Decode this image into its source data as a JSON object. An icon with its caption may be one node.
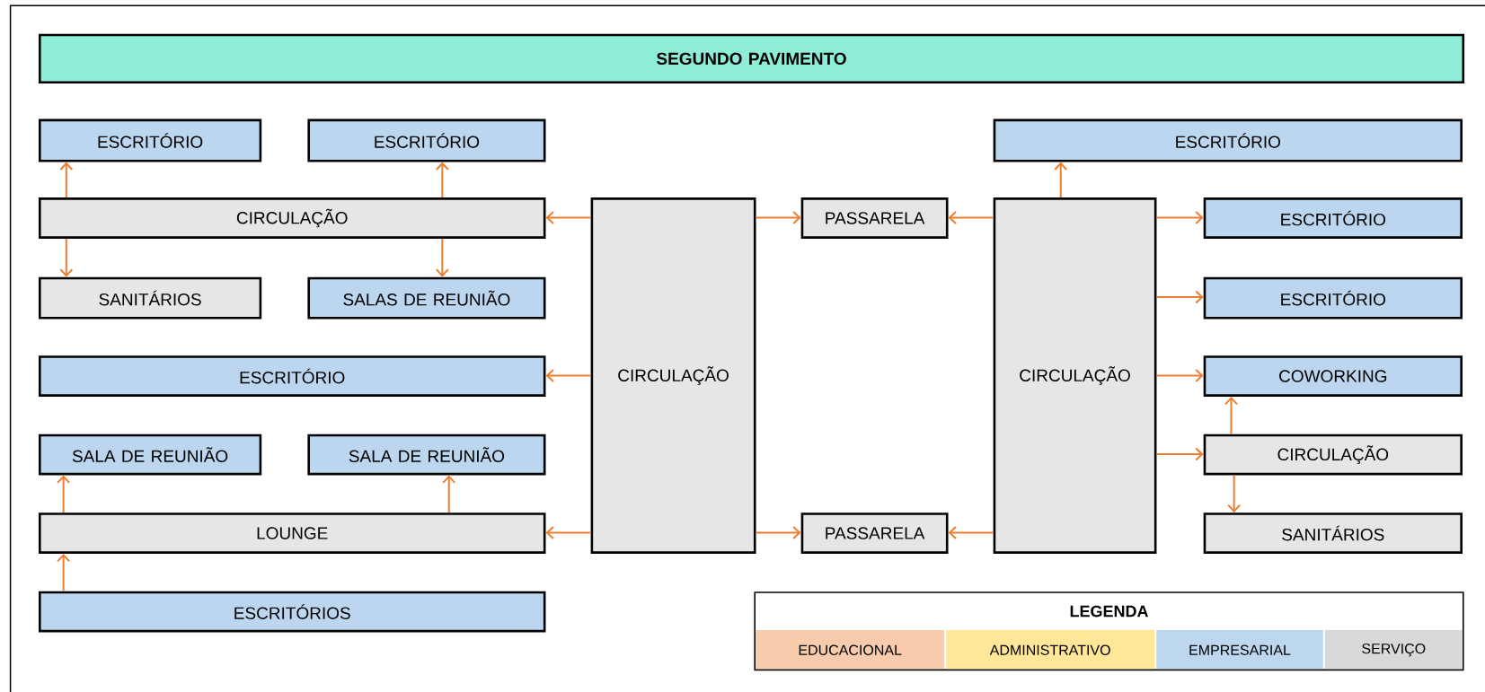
{
  "diagram": {
    "nodes": [
      {
        "text": [
          "SEGUNDO PAVIMENTO"
        ]
      },
      {
        "text": [
          "ESCRITÓRIO"
        ]
      },
      {
        "text": [
          "ESCRITÓRIO"
        ]
      },
      {
        "text": [
          "CIRCULAÇÃO"
        ]
      },
      {
        "text": [
          "SANITÁRIOS"
        ]
      },
      {
        "text": [
          "SALAS DE REUNIÃO"
        ]
      },
      {
        "text": [
          "ESCRITÓRIO"
        ]
      },
      {
        "text": [
          "SALA DE REUNIÃO"
        ]
      },
      {
        "text": [
          "SALA DE REUNIÃO"
        ]
      },
      {
        "text": [
          "LOUNGE"
        ]
      },
      {
        "text": [
          "ESCRITÓRIOS"
        ]
      },
      {
        "text": [
          "CIRCULAÇÃO"
        ]
      },
      {
        "text": [
          "PASSARELA"
        ]
      },
      {
        "text": [
          "PASSARELA"
        ]
      },
      {
        "text": [
          "CIRCULAÇÃO"
        ]
      },
      {
        "text": [
          "ESCRITÓRIO"
        ]
      },
      {
        "text": [
          "ESCRITÓRIO"
        ]
      },
      {
        "text": [
          "ESCRITÓRIO"
        ]
      },
      {
        "text": [
          "COWORKING"
        ]
      },
      {
        "text": [
          "CIRCULAÇÃO"
        ]
      },
      {
        "text": [
          "SANITÁRIOS"
        ]
      }
    ],
    "edges": [
      {
        "from": 3,
        "to": 1,
        "arrow": "to"
      },
      {
        "from": 3,
        "to": 2,
        "arrow": "to"
      },
      {
        "from": 3,
        "to": 4,
        "arrow": "to"
      },
      {
        "from": 3,
        "to": 5,
        "arrow": "to"
      },
      {
        "from": 11,
        "to": 3,
        "arrow": "to"
      },
      {
        "from": 11,
        "to": 6,
        "arrow": "to"
      },
      {
        "from": 11,
        "to": 9,
        "arrow": "to"
      },
      {
        "from": 9,
        "to": 7,
        "arrow": "to"
      },
      {
        "from": 9,
        "to": 8,
        "arrow": "to"
      },
      {
        "from": 10,
        "to": 9,
        "arrow": "to"
      },
      {
        "from": 11,
        "to": 12,
        "arrow": "to"
      },
      {
        "from": 11,
        "to": 13,
        "arrow": "to"
      },
      {
        "from": 14,
        "to": 12,
        "arrow": "to"
      },
      {
        "from": 14,
        "to": 13,
        "arrow": "to"
      },
      {
        "from": 14,
        "to": 15,
        "arrow": "to"
      },
      {
        "from": 14,
        "to": 16,
        "arrow": "to"
      },
      {
        "from": 14,
        "to": 17,
        "arrow": "to"
      },
      {
        "from": 14,
        "to": 18,
        "arrow": "to"
      },
      {
        "from": 14,
        "to": 19,
        "arrow": "to"
      },
      {
        "from": 19,
        "to": 18,
        "arrow": "to"
      },
      {
        "from": 19,
        "to": 20,
        "arrow": "to"
      }
    ],
    "labels": [
      "LEGENDA"
    ],
    "legend": [
      {
        "text": "EDUCACIONAL",
        "color": "#f8cbad"
      },
      {
        "text": "ADMINISTRATIVO",
        "color": "#ffe699"
      },
      {
        "text": "EMPRESARIAL",
        "color": "#bdd7ee"
      },
      {
        "text": "SERVIÇO",
        "color": "#d9d9d9"
      }
    ]
  }
}
